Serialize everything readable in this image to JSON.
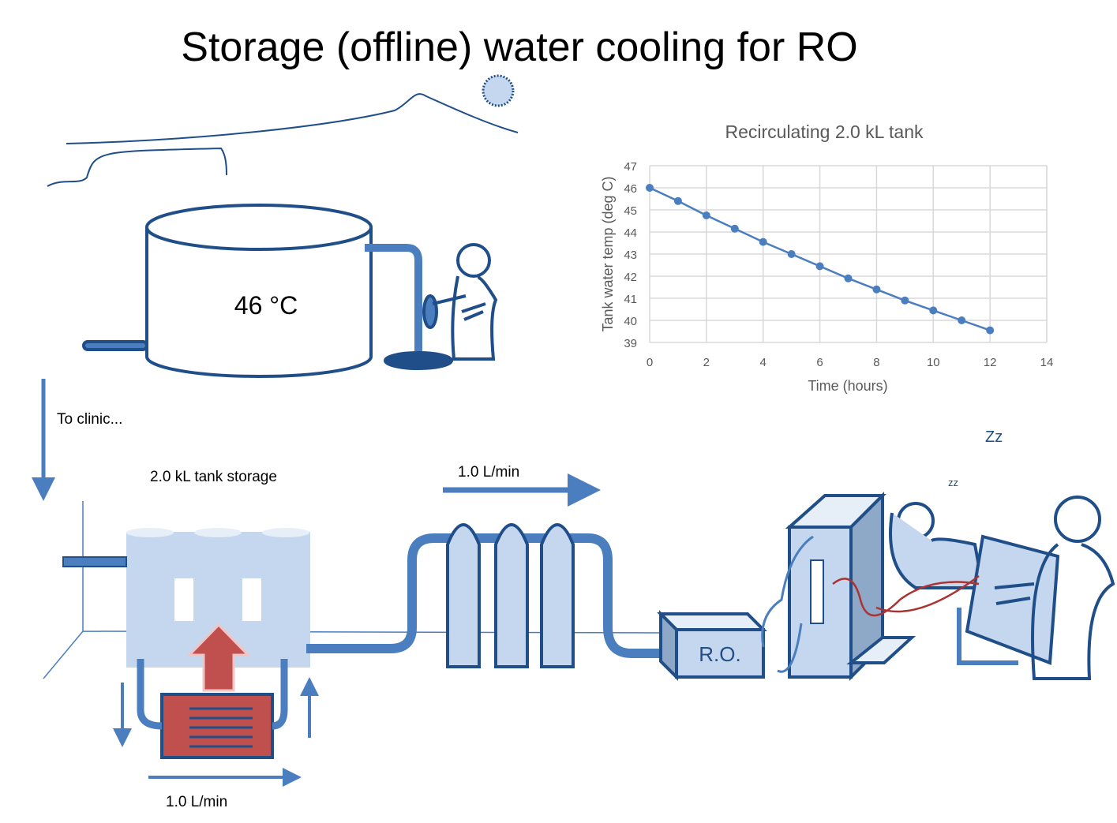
{
  "title": "Storage (offline) water cooling for RO",
  "tank_top": {
    "temperature_label": "46 °C"
  },
  "labels": {
    "to_clinic": "To clinic...",
    "tank_storage": "2.0 kL tank storage",
    "flow_top": "1.0 L/min",
    "flow_bottom": "1.0 L/min",
    "ro_unit": "R.O.",
    "sleep_big": "Zz",
    "sleep_small": "zz"
  },
  "colors": {
    "pipe": "#4a7ebf",
    "outline": "#1f4e89",
    "fill": "#c5d7ee",
    "heat": "#c0504d",
    "series": "#4a7ebf"
  },
  "chart_data": {
    "type": "line",
    "title": "Recirculating 2.0 kL tank",
    "xlabel": "Time (hours)",
    "ylabel": "Tank water temp (deg C)",
    "xlim": [
      0,
      14
    ],
    "ylim": [
      39,
      47
    ],
    "xticks": [
      0,
      2,
      4,
      6,
      8,
      10,
      12,
      14
    ],
    "yticks": [
      39,
      40,
      41,
      42,
      43,
      44,
      45,
      46,
      47
    ],
    "grid": true,
    "x": [
      0,
      1,
      2,
      3,
      4,
      5,
      6,
      7,
      8,
      9,
      10,
      11,
      12
    ],
    "series": [
      {
        "name": "Tank water temp",
        "values": [
          46.0,
          45.4,
          44.75,
          44.15,
          43.55,
          43.0,
          42.45,
          41.9,
          41.4,
          40.9,
          40.45,
          40.0,
          39.55
        ]
      }
    ]
  }
}
